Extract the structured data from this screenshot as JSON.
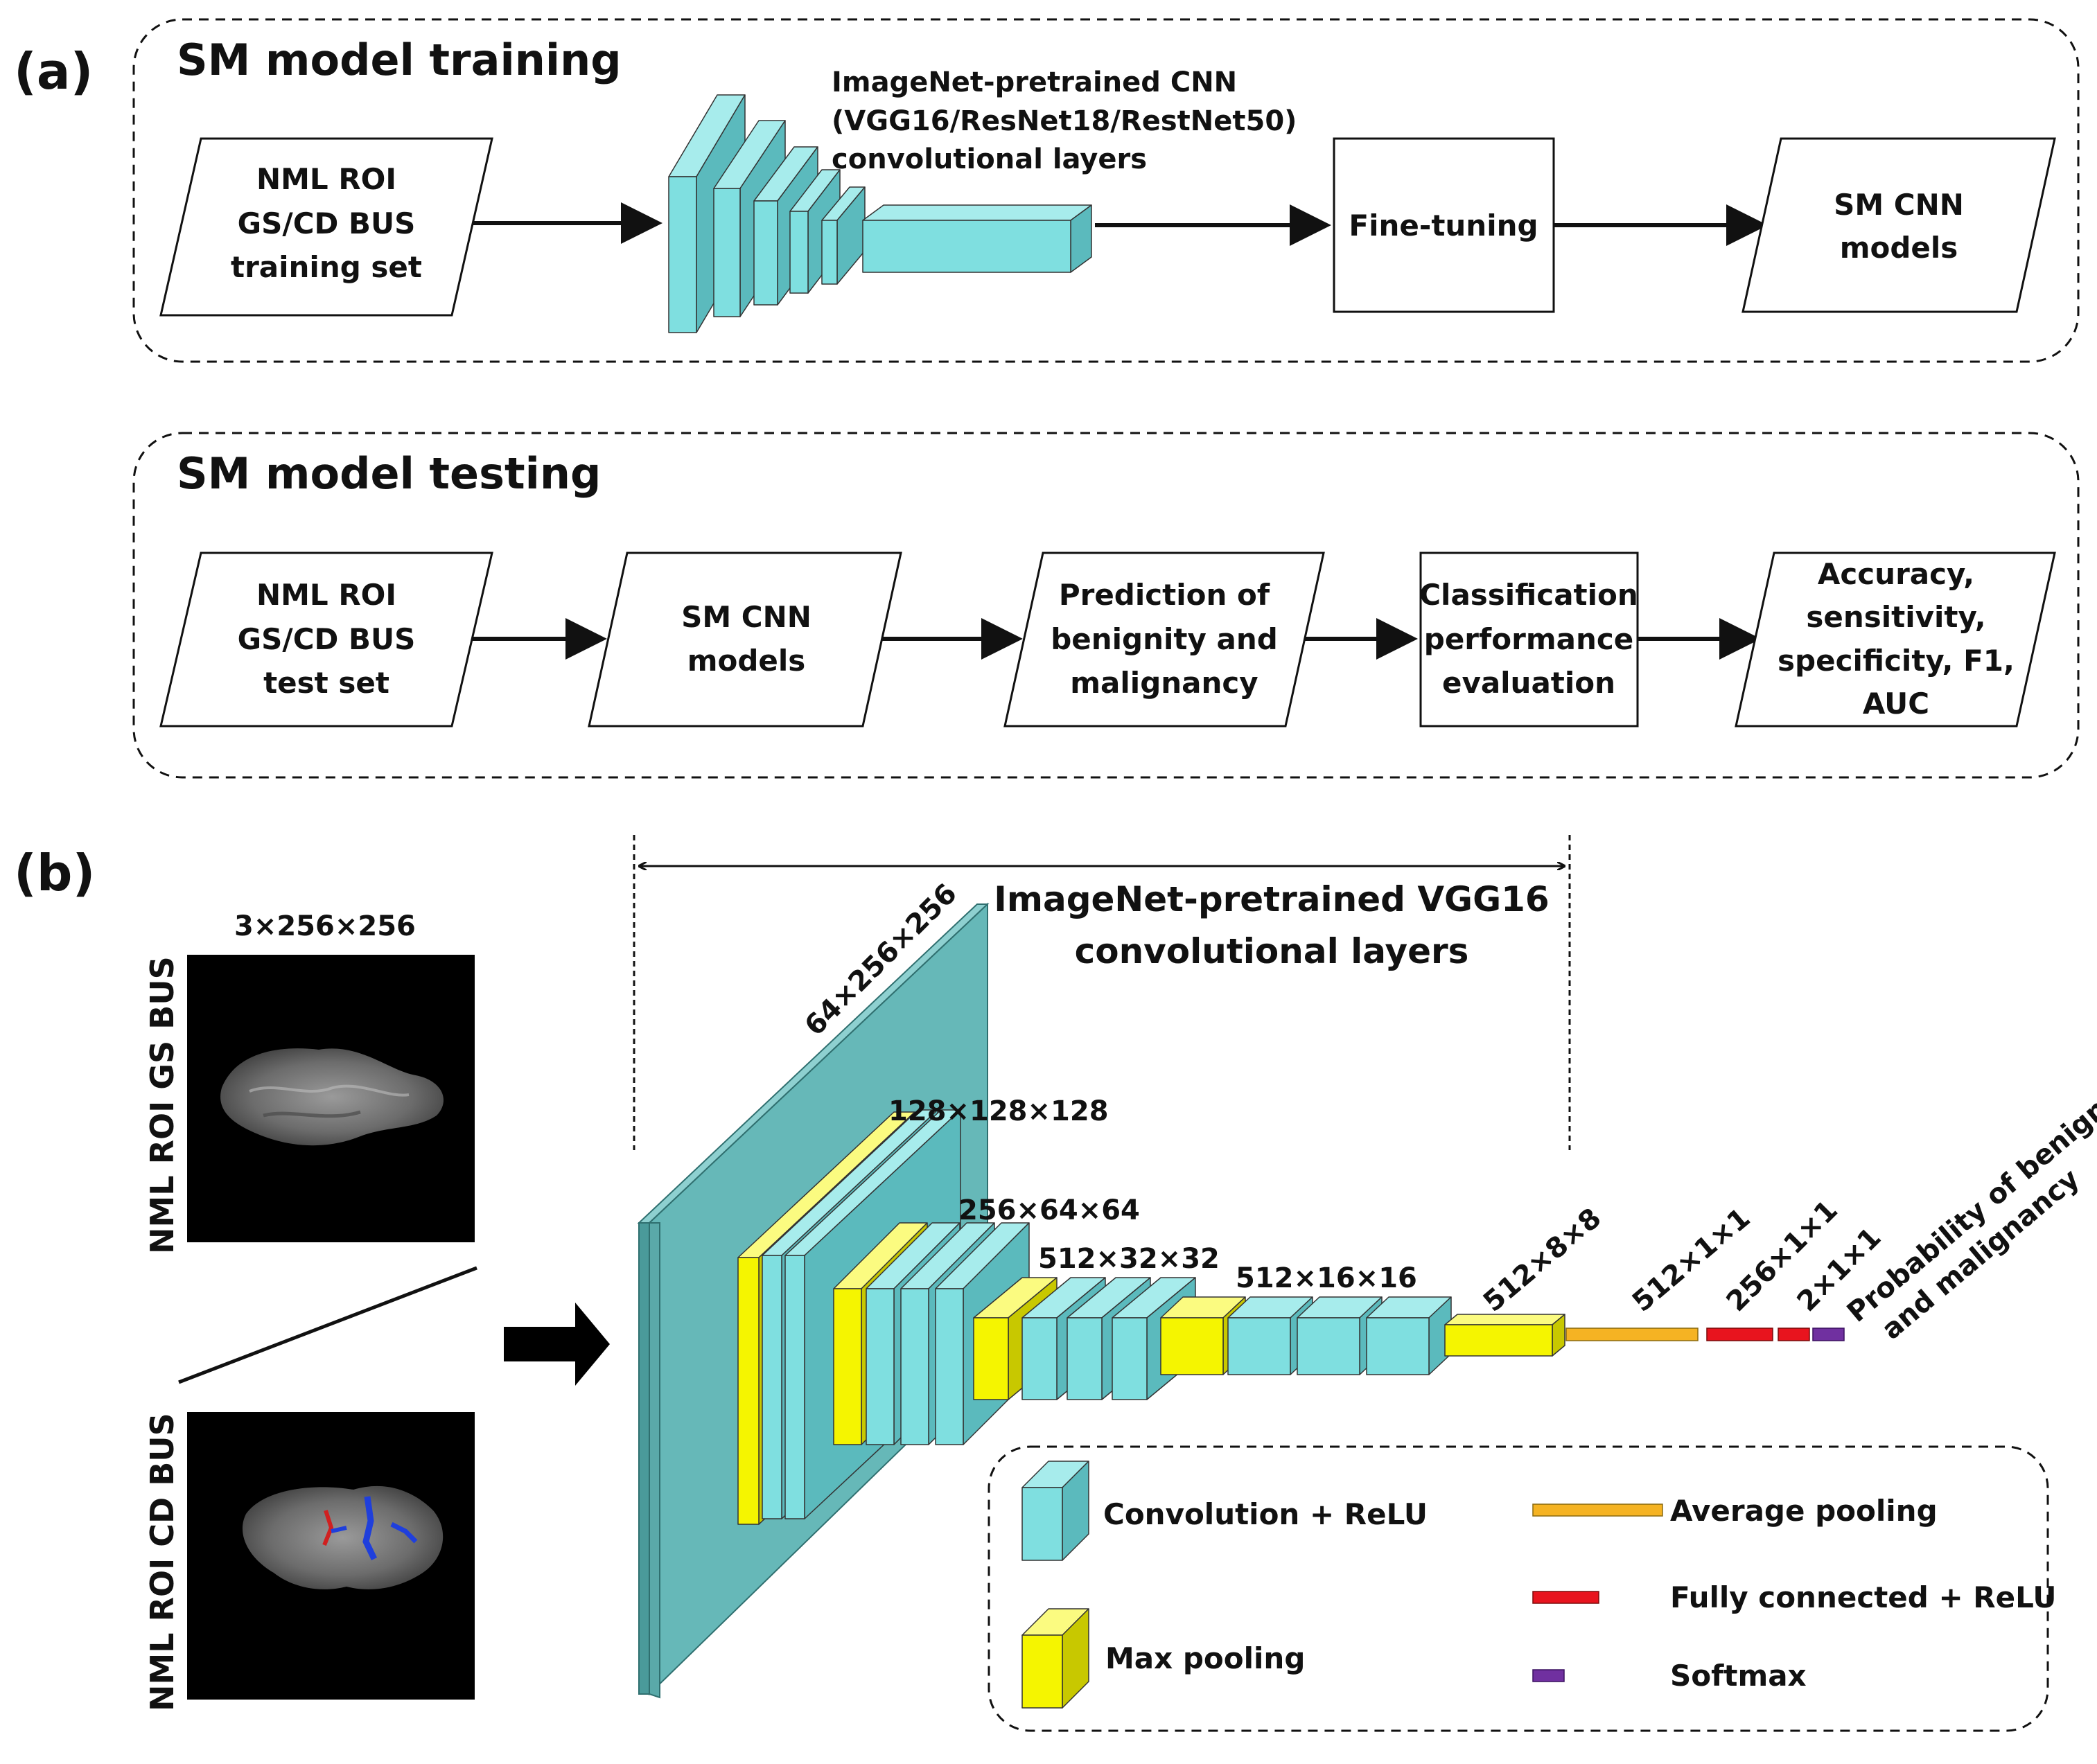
{
  "panels": {
    "a_label": "(a)",
    "b_label": "(b)"
  },
  "training": {
    "title": "SM model training",
    "input": [
      "NML ROI",
      "GS/CD BUS",
      "training set"
    ],
    "cnn_caption": [
      "ImageNet-pretrained CNN",
      "(VGG16/ResNet18/RestNet50)",
      "convolutional layers"
    ],
    "finetune": "Fine-tuning",
    "output": [
      "SM CNN",
      "models"
    ]
  },
  "testing": {
    "title": "SM model testing",
    "steps": [
      [
        "NML ROI",
        "GS/CD BUS",
        "test set"
      ],
      [
        "SM CNN",
        "models"
      ],
      [
        "Prediction of",
        "benignity and",
        "malignancy"
      ],
      [
        "Classification",
        "performance",
        "evaluation"
      ],
      [
        "Accuracy,",
        "sensitivity,",
        "specificity, F1,",
        "AUC"
      ]
    ]
  },
  "architecture": {
    "input_dims": "3×256×256",
    "gs_label": "NML ROI GS BUS",
    "cd_label": "NML ROI CD BUS",
    "vgg_title": [
      "ImageNet-pretrained VGG16",
      "convolutional layers"
    ],
    "dims": {
      "d1": "64×256×256",
      "d2": "128×128×128",
      "d3": "256×64×64",
      "d4": "512×32×32",
      "d5": "512×16×16",
      "d6": "512×8×8",
      "d7": "512×1×1",
      "d8": "256×1×1",
      "d9": "2×1×1"
    },
    "output_label": [
      "Probability of benignity",
      "and malignancy"
    ]
  },
  "legend": {
    "conv": "Convolution + ReLU",
    "maxpool": "Max pooling",
    "avgpool": "Average pooling",
    "fc": "Fully connected + ReLU",
    "softmax": "Softmax"
  },
  "colors": {
    "conv_face": "#7fdfe0",
    "conv_top": "#a7ecec",
    "conv_side": "#5bbabd",
    "big_conv": "#66b8b8",
    "maxpool_face": "#f5f500",
    "maxpool_top": "#fbfb80",
    "maxpool_side": "#c8c800",
    "avgpool": "#f5b323",
    "fc": "#e8141e",
    "softmax": "#7030a0"
  }
}
